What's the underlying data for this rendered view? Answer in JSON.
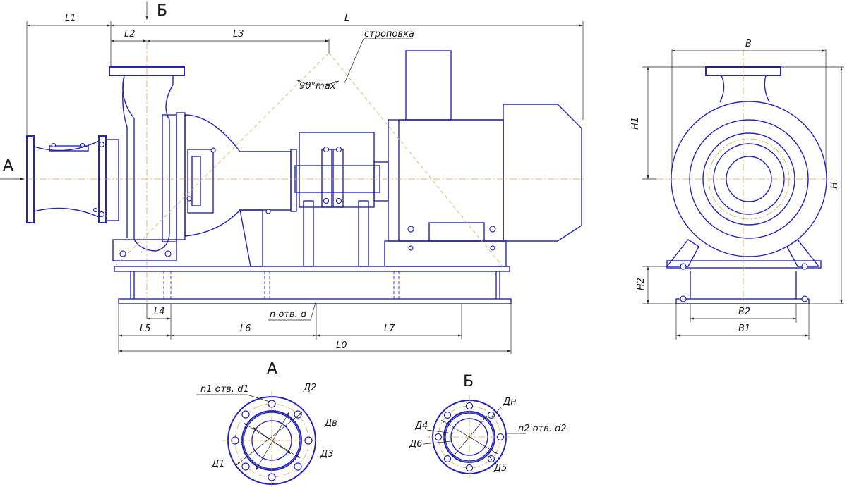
{
  "view_labels": {
    "inlet_arrow": "А",
    "outlet_arrow": "Б",
    "section_a": "А",
    "section_b": "Б"
  },
  "dims": {
    "L1": "L1",
    "L2": "L2",
    "L3": "L3",
    "L": "L",
    "L4": "L4",
    "L5": "L5",
    "L6": "L6",
    "L7": "L7",
    "L0": "L0",
    "holes": "n отв. d",
    "sling_label": "строповка",
    "sling_angle": "90°max",
    "B": "B",
    "B1": "B1",
    "B2": "B2",
    "H": "H",
    "H1": "H1",
    "H2": "H2"
  },
  "section_a_dims": {
    "holes": "n1 отв. d1",
    "D1": "Д1",
    "D2": "Д2",
    "D3": "Д3",
    "Dv": "Дв"
  },
  "section_b_dims": {
    "holes": "n2 отв. d2",
    "Dn": "Дн",
    "D4": "Д4",
    "D5": "Д5",
    "D6": "Д6"
  },
  "colors": {
    "outline": "#2525b8",
    "axis": "#d9a441",
    "dimension": "#222222"
  }
}
